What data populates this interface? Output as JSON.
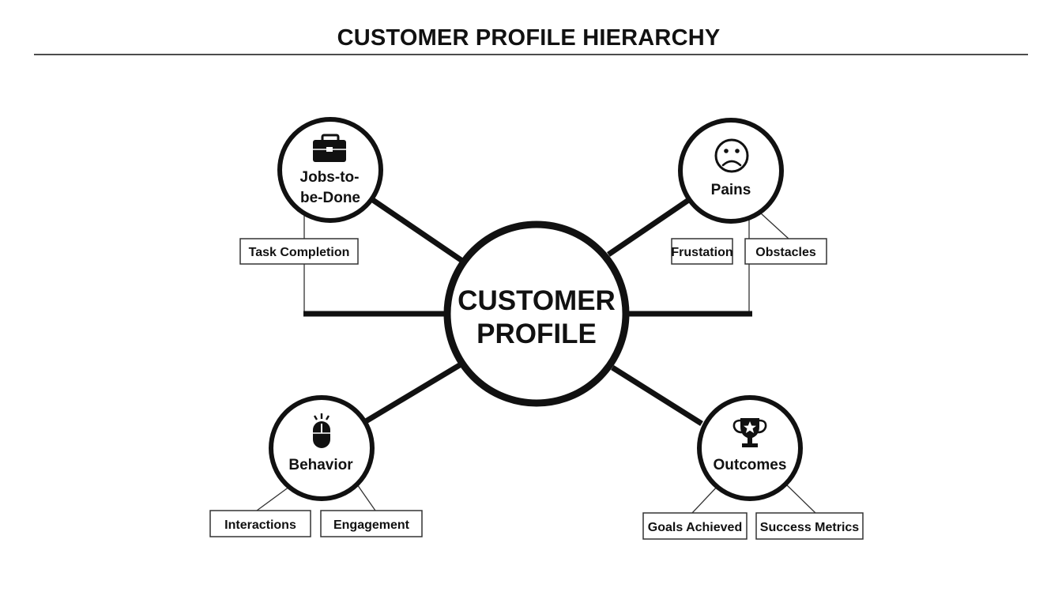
{
  "title": "CUSTOMER PROFILE HIERARCHY",
  "center": {
    "line1": "CUSTOMER",
    "line2": "PROFILE"
  },
  "nodes": {
    "jobs": {
      "icon": "briefcase-icon",
      "line1": "Jobs-to-",
      "line2": "be-Done",
      "boxes": [
        "Task Completion"
      ]
    },
    "pains": {
      "icon": "sad-face-icon",
      "label": "Pains",
      "boxes": [
        "Frustation",
        "Obstacles"
      ]
    },
    "behavior": {
      "icon": "mouse-click-icon",
      "label": "Behavior",
      "boxes": [
        "Interactions",
        "Engagement"
      ]
    },
    "outcomes": {
      "icon": "trophy-icon",
      "label": "Outcomes",
      "boxes": [
        "Goals Achieved",
        "Success Metrics"
      ]
    }
  }
}
